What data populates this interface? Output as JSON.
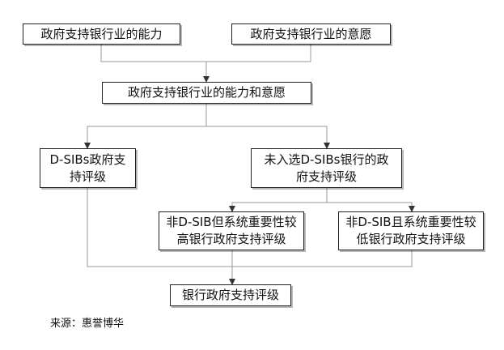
{
  "nodes": {
    "capacity": "政府支持银行业的能力",
    "willingness": "政府支持银行业的意愿",
    "combined": "政府支持银行业的能力和意愿",
    "dsib": "D-SIBs政府支持评级",
    "non_dsib": "未入选D-SIBs银行的政府支持评级",
    "high_importance": "非D-SIB但系统重要性较高银行政府支持评级",
    "low_importance": "非D-SIB且系统重要性较低银行政府支持评级",
    "final": "银行政府支持评级"
  },
  "source": "来源：惠誉博华"
}
